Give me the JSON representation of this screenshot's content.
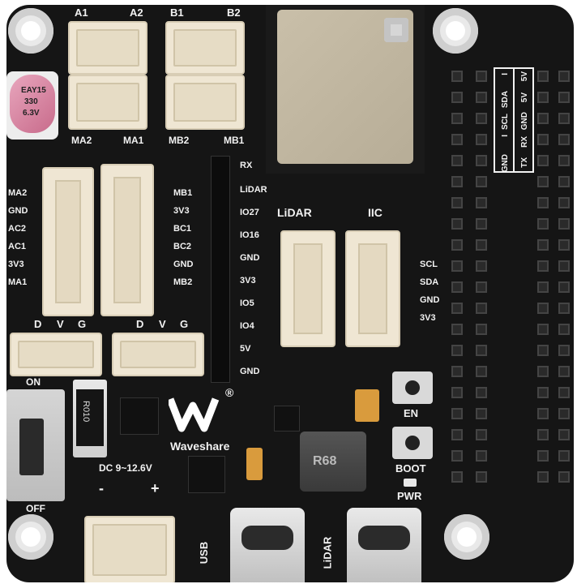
{
  "board": {
    "brand": "Waveshare",
    "registered_mark": "®",
    "top_connector_labels": [
      "A1",
      "A2",
      "B1",
      "B2"
    ],
    "mid_connector_labels": [
      "MA2",
      "MA1",
      "MB2",
      "MB1"
    ],
    "left_ph_labels": [
      "MA2",
      "GND",
      "AC2",
      "AC1",
      "3V3",
      "MA1"
    ],
    "right_ph_labels": [
      "MB1",
      "3V3",
      "BC1",
      "BC2",
      "GND",
      "MB2"
    ],
    "header_labels": [
      "RX",
      "LiDAR",
      "IO27",
      "IO16",
      "GND",
      "3V3",
      "IO5",
      "IO4",
      "5V",
      "GND"
    ],
    "lidar_label": "LiDAR",
    "iic_label": "IIC",
    "iic_pin_labels": [
      "SCL",
      "SDA",
      "GND",
      "3V3"
    ],
    "dvg_labels": [
      "D",
      "V",
      "G"
    ],
    "switch_on": "ON",
    "switch_off": "OFF",
    "resistor": "R010",
    "dc_label": "DC 9~12.6V",
    "minus": "-",
    "plus": "+",
    "inductor": "R68",
    "en": "EN",
    "boot": "BOOT",
    "pwr": "PWR",
    "usb_label": "USB",
    "lidar_usb_label": "LiDAR",
    "capacitor_text": [
      "EAY15",
      "330",
      "6.3V"
    ],
    "pin_table_top": [
      "5V",
      "5V",
      "GND",
      "RX",
      "TX"
    ],
    "pin_table_mid": [
      "I",
      "SDA",
      "SCL",
      "I",
      "GND"
    ]
  }
}
